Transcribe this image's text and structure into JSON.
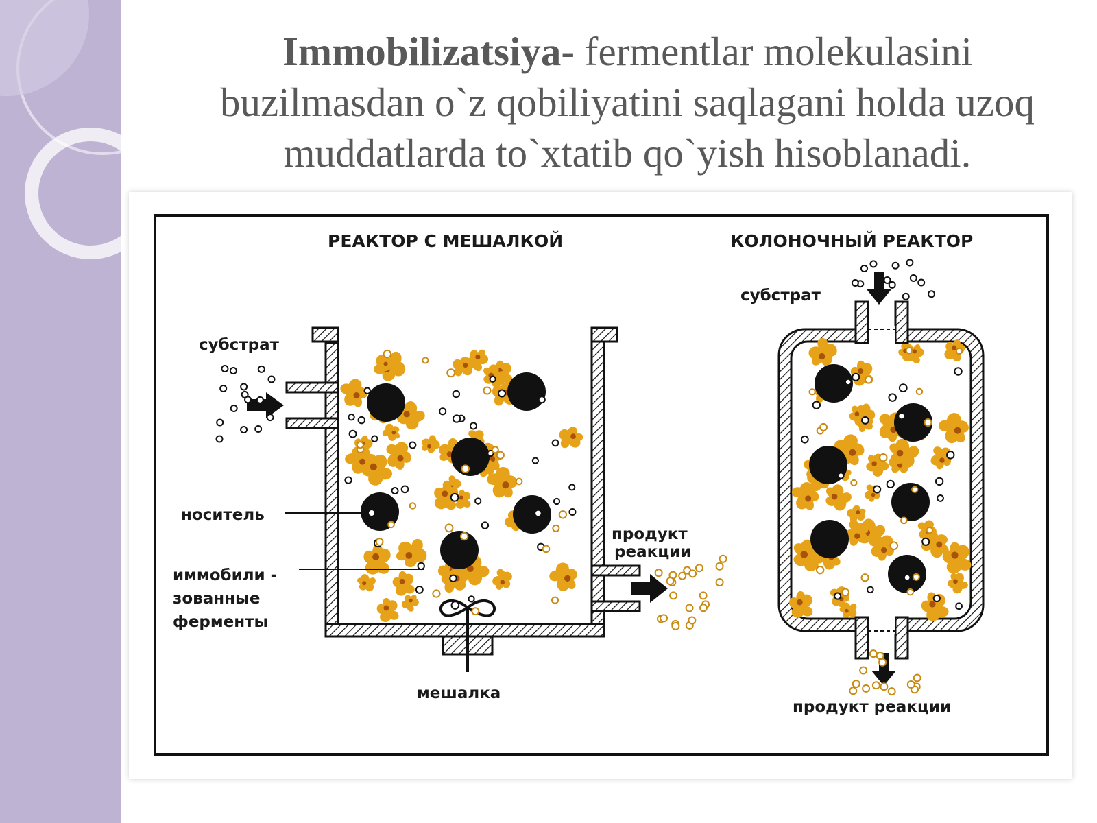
{
  "slide": {
    "title_bold": "Immobilizatsiya",
    "title_rest": "- fermentlar molekulasini buzilmasdan o`z qobiliyatini saqlagani holda uzoq muddatlarda to`xtatib qo`yish hisoblanadi."
  },
  "diagram": {
    "stirred_title": "РЕАКТОР С МЕШАЛКОЙ",
    "column_title": "КОЛОНОЧНЫЙ РЕАКТОР",
    "substrate_left": "субстрат",
    "substrate_right": "субстрат",
    "carrier": "носитель",
    "immobilized_1": "иммобили -",
    "immobilized_2": "зованные",
    "immobilized_3": "ферменты",
    "product_left_1": "продукт",
    "product_left_2": "реакции",
    "stirrer": "мешалка",
    "product_right": "продукт реакции"
  },
  "colors": {
    "band": "#bfb3d4",
    "enzyme": "#e6a319",
    "enzyme_dark": "#a9520c",
    "ink": "#111111"
  }
}
